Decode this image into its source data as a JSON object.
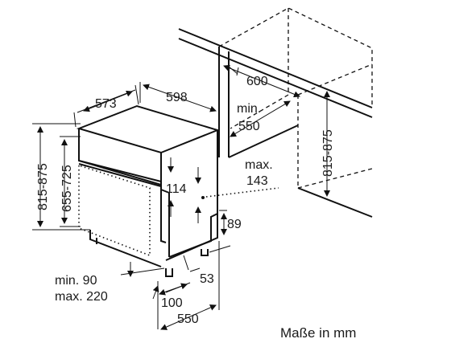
{
  "dimensions": {
    "depth": "573",
    "width": "598",
    "niche_width": "600",
    "niche_depth_min": "min.",
    "niche_depth_value": "550",
    "height_range": "815-875",
    "niche_height_range": "815-875",
    "panel_height_range": "655-725",
    "panel_gap": "114",
    "panel_offset_max_label": "max.",
    "panel_offset_max_value": "143",
    "plinth_height": "89",
    "plinth_depth": "53",
    "foot_min": "min. 90",
    "foot_max": "max. 220",
    "foot_distance": "100",
    "base_depth": "550"
  },
  "caption": "Maße in mm"
}
